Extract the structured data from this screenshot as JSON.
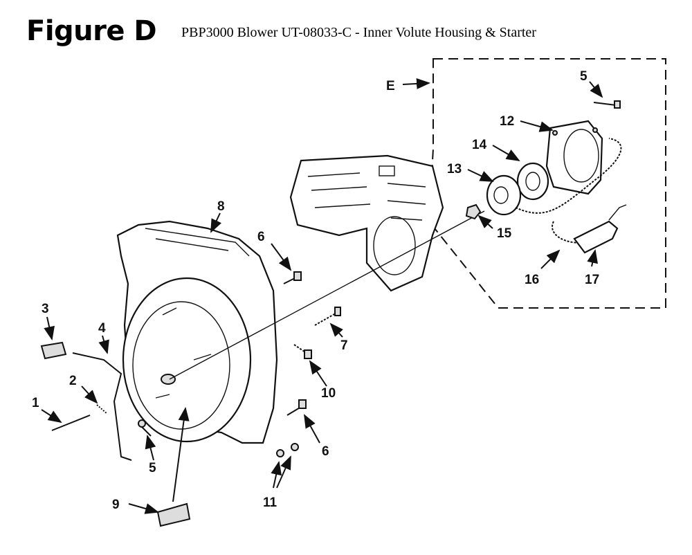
{
  "figure": {
    "title": "Figure D",
    "subtitle": "PBP3000 Blower UT-08033-C - Inner Volute Housing & Starter"
  },
  "callouts": {
    "c1": "1",
    "c2": "2",
    "c3": "3",
    "c4": "4",
    "c5a": "5",
    "c5b": "5",
    "c6a": "6",
    "c6b": "6",
    "c7": "7",
    "c8": "8",
    "c9": "9",
    "c10": "10",
    "c11": "11",
    "c12": "12",
    "c13": "13",
    "c14": "14",
    "c15": "15",
    "c16": "16",
    "c17": "17",
    "cE": "E"
  }
}
